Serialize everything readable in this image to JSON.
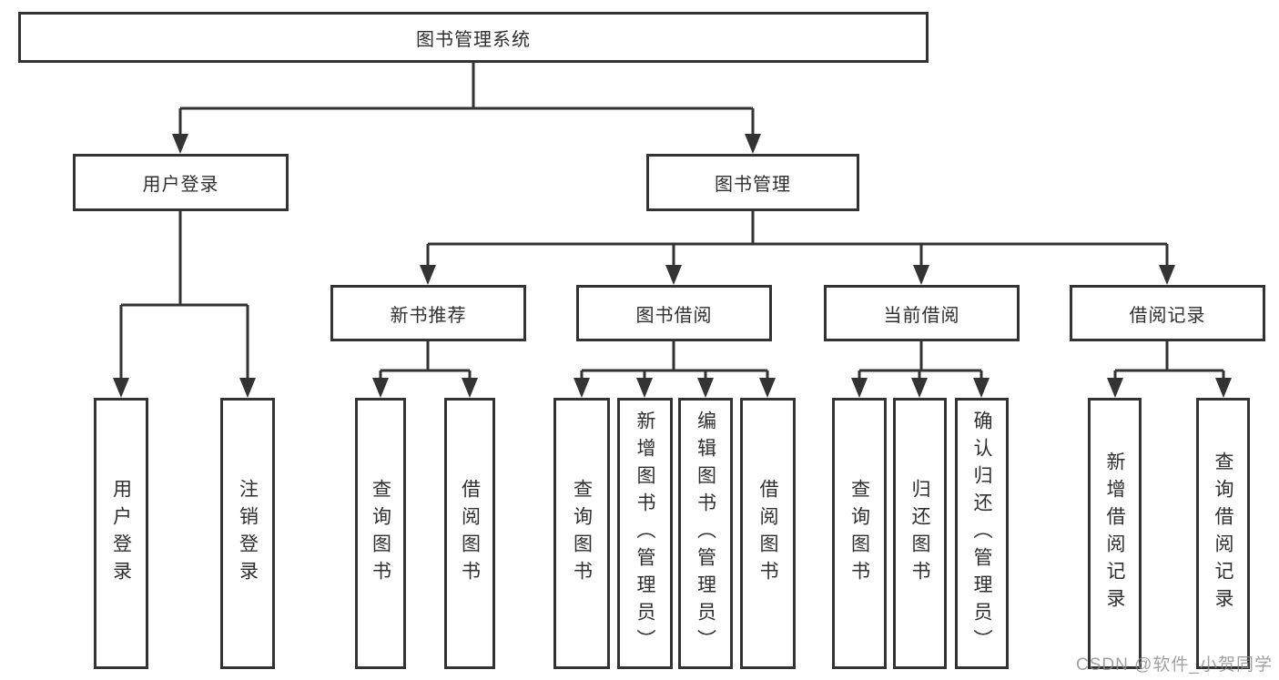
{
  "tree": {
    "root": "图书管理系统",
    "branches": [
      {
        "label": "用户登录",
        "children": [
          "用户登录",
          "注销登录"
        ]
      },
      {
        "label": "图书管理",
        "sub": [
          {
            "label": "新书推荐",
            "children": [
              "查询图书",
              "借阅图书"
            ]
          },
          {
            "label": "图书借阅",
            "children": [
              "查询图书",
              "新增图书（管理员）",
              "编辑图书（管理员）",
              "借阅图书"
            ]
          },
          {
            "label": "当前借阅",
            "children": [
              "查询图书",
              "归还图书",
              "确认归还（管理员）"
            ]
          },
          {
            "label": "借阅记录",
            "children": [
              "新增借阅记录",
              "查询借阅记录"
            ]
          }
        ]
      }
    ]
  },
  "watermark": "CSDN @软件_小贺同学",
  "colors": {
    "line": "#333333",
    "text": "#2f2f2f",
    "watermark": "#8c8c8c"
  }
}
